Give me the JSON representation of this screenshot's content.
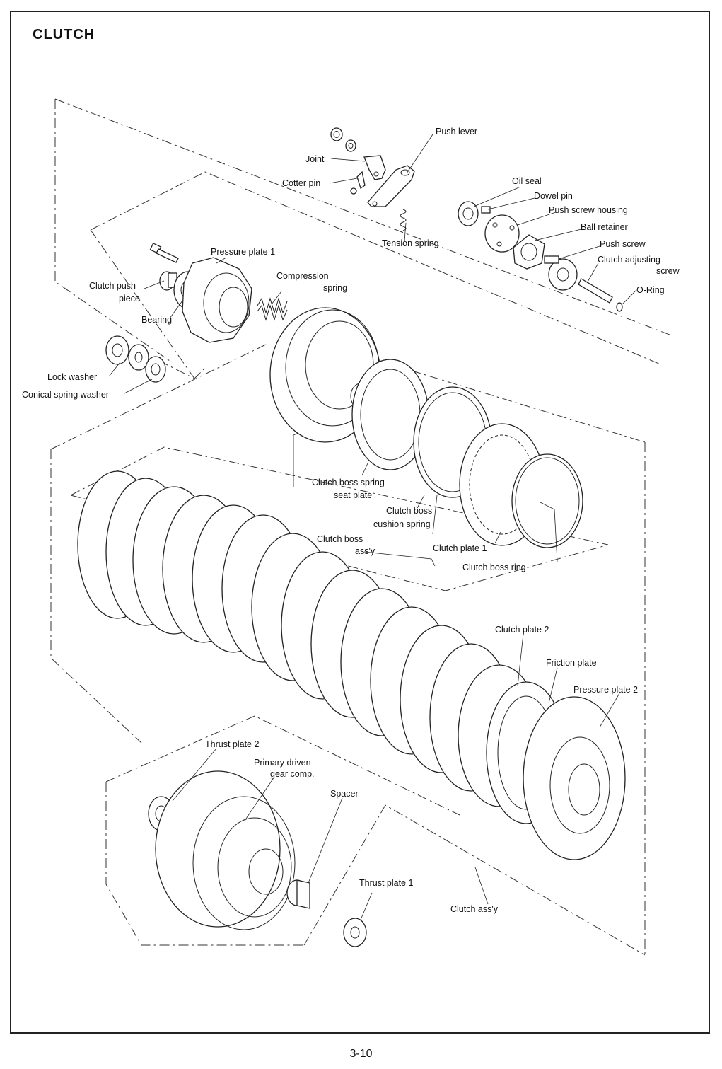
{
  "title": "CLUTCH",
  "page_number": "3-10",
  "labels": {
    "push_lever": "Push lever",
    "joint": "Joint",
    "cotter_pin": "Cotter pin",
    "oil_seal": "Oil seal",
    "dowel_pin": "Dowel pin",
    "push_screw_housing": "Push screw housing",
    "tension_spring": "Tension spring",
    "ball_retainer": "Ball retainer",
    "push_screw": "Push screw",
    "clutch_adjusting_screw_1": "Clutch adjusting",
    "clutch_adjusting_screw_2": "screw",
    "o_ring": "O-Ring",
    "pressure_plate_1": "Pressure plate 1",
    "clutch_push_piece_1": "Clutch push",
    "clutch_push_piece_2": "piece",
    "bearing": "Bearing",
    "compression_spring_1": "Compression",
    "compression_spring_2": "spring",
    "lock_washer": "Lock washer",
    "conical_spring_washer": "Conical spring washer",
    "clutch_boss_spring_seat_plate_1": "Clutch boss spring",
    "clutch_boss_spring_seat_plate_2": "seat plate",
    "clutch_boss_cushion_spring_1": "Clutch boss",
    "clutch_boss_cushion_spring_2": "cushion spring",
    "clutch_boss_assy_1": "Clutch boss",
    "clutch_boss_assy_2": "ass'y",
    "clutch_plate_1": "Clutch plate 1",
    "clutch_boss_ring": "Clutch boss ring",
    "clutch_plate_2": "Clutch plate 2",
    "friction_plate": "Friction plate",
    "pressure_plate_2": "Pressure plate 2",
    "thrust_plate_2": "Thrust plate 2",
    "primary_driven_gear_1": "Primary driven",
    "primary_driven_gear_2": "gear comp.",
    "spacer": "Spacer",
    "thrust_plate_1": "Thrust plate 1",
    "clutch_assy": "Clutch ass'y"
  }
}
